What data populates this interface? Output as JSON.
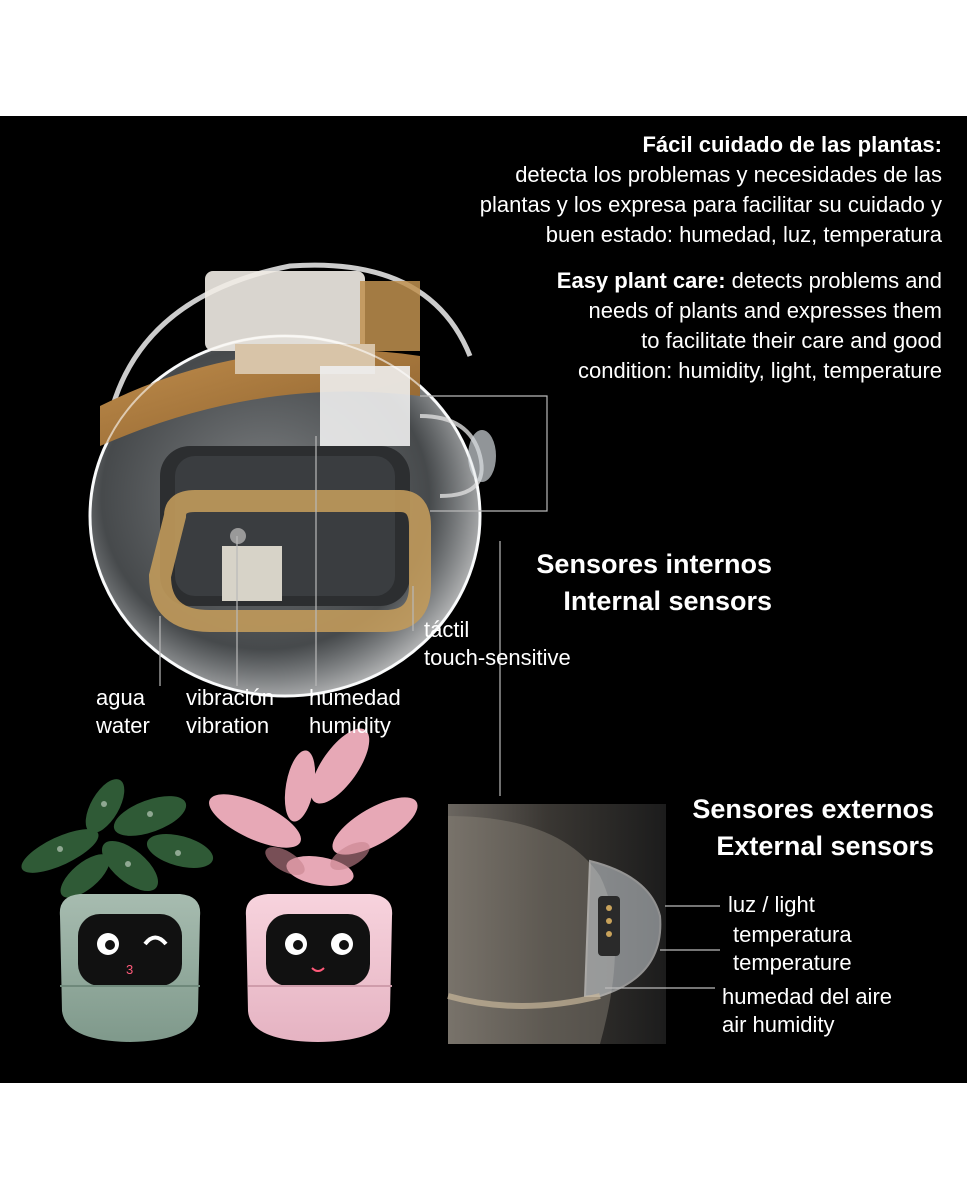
{
  "care_es": {
    "title": "Fácil cuidado de las plantas:",
    "lines": [
      "detecta los problemas y necesidades de las",
      "plantas y los expresa para facilitar su cuidado y",
      "buen estado: humedad, luz, temperatura"
    ]
  },
  "care_en": {
    "title": "Easy plant care:",
    "lines": [
      " detects problems and",
      "needs of plants and expresses them",
      "to facilitate their care and good",
      "condition: humidity, light, temperature"
    ]
  },
  "internal": {
    "title_es": "Sensores internos",
    "title_en": "Internal sensors",
    "touch_es": "táctil",
    "touch_en": "touch-sensitive",
    "water_es": "agua",
    "water_en": "water",
    "vibration_es": "vibración",
    "vibration_en": "vibration",
    "humidity_es": "humedad",
    "humidity_en": "humidity"
  },
  "external": {
    "title_es": "Sensores externos",
    "title_en": "External sensors",
    "light": "luz / light",
    "temp_es": "temperatura",
    "temp_en": "temperature",
    "air_es": "humedad del aire",
    "air_en": "air humidity"
  },
  "colors": {
    "background": "#000000",
    "text": "#ffffff",
    "green_pot": "#8fa99b",
    "pink_pot": "#f0c5d2",
    "amber_band": "#b07d3e"
  }
}
